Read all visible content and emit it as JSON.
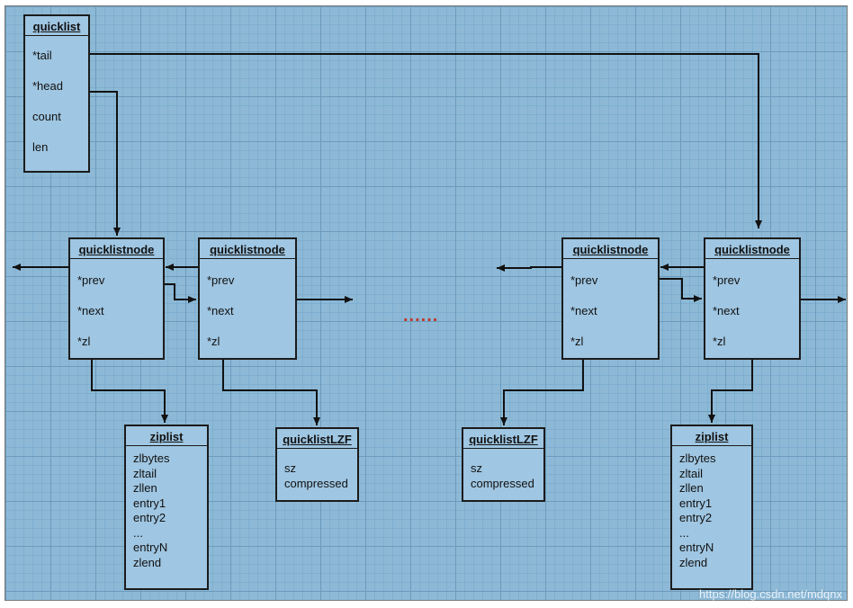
{
  "quicklist": {
    "title": "quicklist",
    "fields": [
      "*tail",
      "*head",
      "count",
      "len"
    ]
  },
  "node_title": "quicklistnode",
  "node_fields": [
    "*prev",
    "*next",
    "*zl"
  ],
  "ziplist": {
    "title": "ziplist",
    "fields": [
      "zlbytes",
      "zltail",
      "zllen",
      "entry1",
      "entry2",
      "...",
      "entryN",
      "zlend"
    ]
  },
  "lzf": {
    "title": "quicklistLZF",
    "fields": [
      "sz",
      "compressed"
    ]
  },
  "ellipsis": "......",
  "watermark": "https://blog.csdn.net/mdqnx",
  "colors": {
    "background": "#8db9d6",
    "box": "#9fc6e2",
    "border": "#1b1b1b",
    "ellipsis": "#c0392b"
  }
}
